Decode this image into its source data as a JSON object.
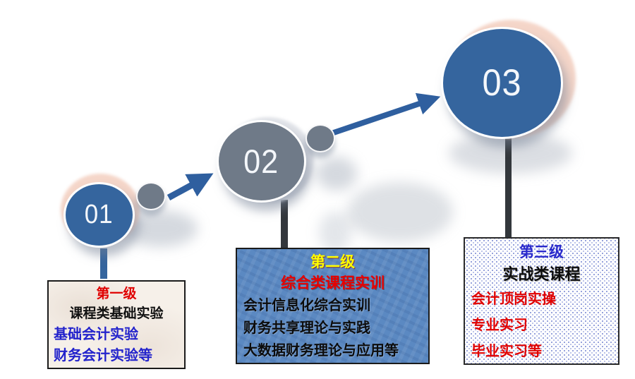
{
  "diagram": {
    "connectors": {
      "arrow_color": "#2F5F9F",
      "dot_color": "#6F7A88"
    },
    "steps": [
      {
        "number": "01",
        "colors": {
          "circle": "#35659E",
          "halo": "#F5D6C9",
          "stem": "#35659E",
          "box_bg": "#F6F0E9",
          "title": "#E00000",
          "subtitle": "#111111",
          "items": "#2323CC"
        },
        "box": {
          "title": "第一级",
          "subtitle": "课程类基础实验",
          "items": [
            "基础会计实验",
            "财务会计实验等"
          ]
        }
      },
      {
        "number": "02",
        "colors": {
          "circle": "#6F7A88",
          "halo": "#E2E4E9",
          "stem": "#33373C",
          "box_bg": "#5B89C2",
          "title": "#FFFF00",
          "subtitle": "#E80000",
          "items": "#0C0C0C"
        },
        "box": {
          "title": "第二级",
          "subtitle": "综合类课程实训",
          "items": [
            "会计信息化综合实训",
            "财务共享理论与实践",
            "大数据财务理论与应用等"
          ]
        }
      },
      {
        "number": "03",
        "colors": {
          "circle": "#35659E",
          "halo": "#F5D6C9",
          "stem": "#33373C",
          "box_bg": "#FFFFFF",
          "title": "#2929CC",
          "subtitle": "#0C0C0C",
          "items": "#E00000"
        },
        "box": {
          "title": "第三级",
          "subtitle": "实战类课程",
          "items": [
            "会计顶岗实操",
            "专业实习",
            "毕业实习等"
          ]
        }
      }
    ]
  }
}
